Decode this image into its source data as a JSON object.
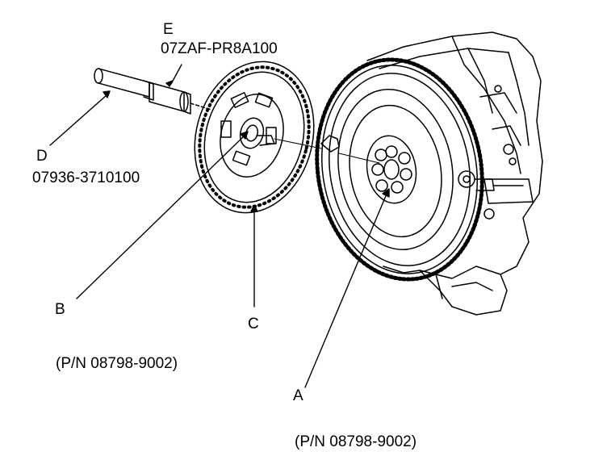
{
  "labels": {
    "a": "A",
    "b": "B",
    "c": "C",
    "d": "D",
    "e": "E"
  },
  "part_numbers": {
    "d": "07936-3710100",
    "e": "07ZAF-PR8A100"
  },
  "notes": {
    "pn_left": "(P/N 08798-9002)",
    "pn_bottom": "(P/N 08798-9002)"
  },
  "colors": {
    "ink": "#000000",
    "paper": "#ffffff"
  }
}
